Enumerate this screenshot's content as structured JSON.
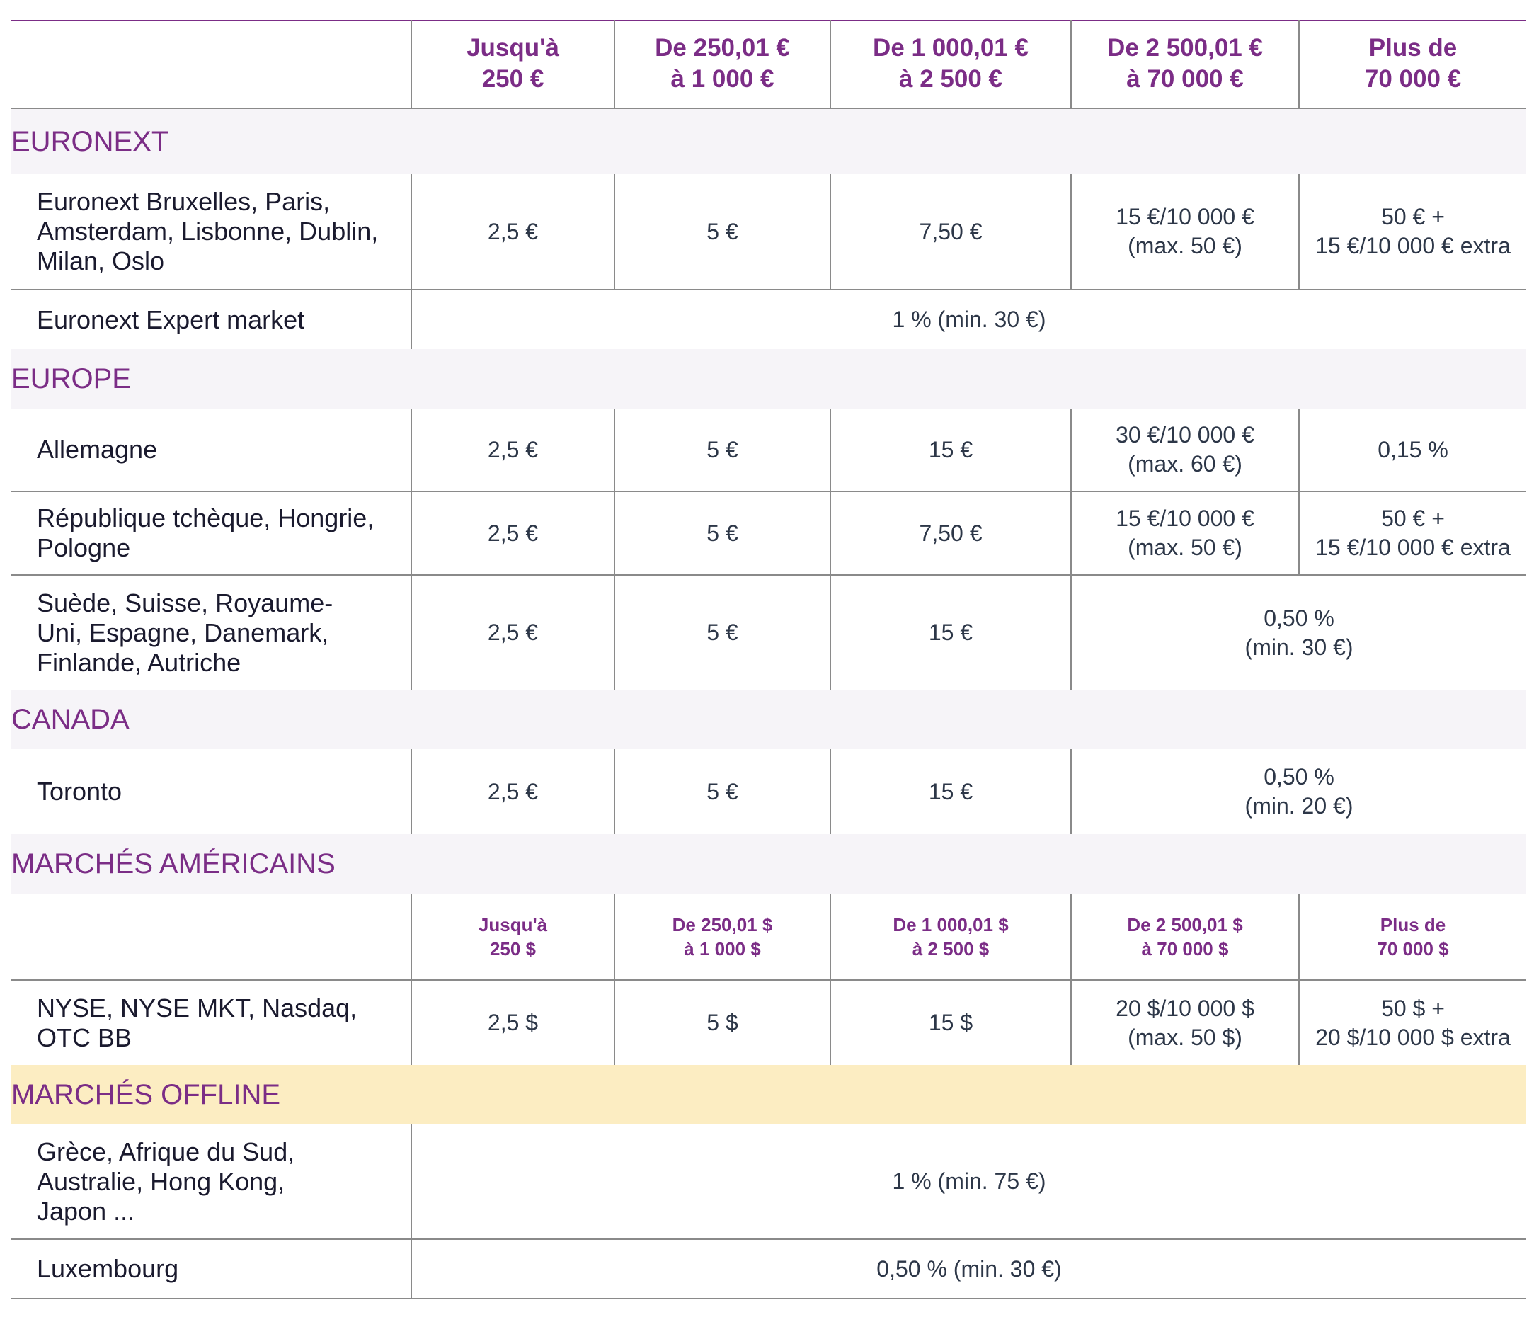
{
  "header": {
    "cols": [
      [
        "Jusqu'à",
        "250 €"
      ],
      [
        "De 250,01 €",
        "à 1 000 €"
      ],
      [
        "De 1 000,01 €",
        "à 2 500 €"
      ],
      [
        "De 2 500,01 €",
        "à 70 000 €"
      ],
      [
        "Plus de",
        "70 000 €"
      ]
    ]
  },
  "euronext": {
    "title": "EURONEXT",
    "row1": {
      "label": [
        "Euronext Bruxelles, Paris,",
        "Amsterdam, Lisbonne, Dublin,",
        "Milan, Oslo"
      ],
      "c1": "2,5 €",
      "c2": "5 €",
      "c3": "7,50 €",
      "c4": [
        "15 €/10 000 €",
        "(max. 50 €)"
      ],
      "c5": [
        "50 € +",
        "15 €/10 000 € extra"
      ]
    },
    "row2": {
      "label": "Euronext Expert market",
      "value": "1 % (min. 30 €)"
    }
  },
  "europe": {
    "title": "EUROPE",
    "row1": {
      "label": "Allemagne",
      "c1": "2,5 €",
      "c2": "5 €",
      "c3": "15 €",
      "c4": [
        "30 €/10 000 €",
        "(max. 60 €)"
      ],
      "c5": "0,15 %"
    },
    "row2": {
      "label": [
        "République tchèque, Hongrie,",
        "Pologne"
      ],
      "c1": "2,5 €",
      "c2": "5  €",
      "c3": "7,50  €",
      "c4": [
        "15 €/10 000 €",
        "(max. 50 €)"
      ],
      "c5": [
        "50 € +",
        "15 €/10 000 € extra"
      ]
    },
    "row3": {
      "label": [
        "Suède, Suisse, Royaume-",
        "Uni, Espagne, Danemark,",
        "Finlande, Autriche"
      ],
      "c1": "2,5 €",
      "c2": "5 €",
      "c3": "15 €",
      "c45": [
        "0,50 %",
        "(min. 30 €)"
      ]
    }
  },
  "canada": {
    "title": "CANADA",
    "row1": {
      "label": "Toronto",
      "c1": "2,5 €",
      "c2": "5 €",
      "c3": "15 €",
      "c45": [
        "0,50 %",
        "(min. 20 €)"
      ]
    }
  },
  "us": {
    "title": "MARCHÉS AMÉRICAINS",
    "cols": [
      [
        "Jusqu'à",
        "250 $"
      ],
      [
        "De 250,01 $",
        "à 1 000 $"
      ],
      [
        "De 1 000,01 $",
        "à 2 500 $"
      ],
      [
        "De 2 500,01 $",
        "à 70 000 $"
      ],
      [
        "Plus de",
        "70 000 $"
      ]
    ],
    "row1": {
      "label": [
        "NYSE, NYSE MKT, Nasdaq,",
        "OTC BB"
      ],
      "c1": "2,5 $",
      "c2": "5 $",
      "c3": "15 $",
      "c4": [
        "20 $/10 000 $",
        "(max. 50 $)"
      ],
      "c5": [
        "50 $ +",
        "20 $/10 000 $ extra"
      ]
    }
  },
  "offline": {
    "title": "MARCHÉS OFFLINE",
    "row1": {
      "label": [
        "Grèce, Afrique du Sud,",
        "Australie, Hong Kong,",
        "Japon ..."
      ],
      "value": "1 % (min. 75 €)"
    },
    "row2": {
      "label": "Luxembourg",
      "value": "0,50 % (min. 30 €)"
    }
  },
  "colors": {
    "accent": "#7b2d86",
    "section_bg": "#f6f4f8",
    "offline_bg": "#fcedc2",
    "text": "#1a1a2e",
    "rule": "#8a8a8a"
  }
}
